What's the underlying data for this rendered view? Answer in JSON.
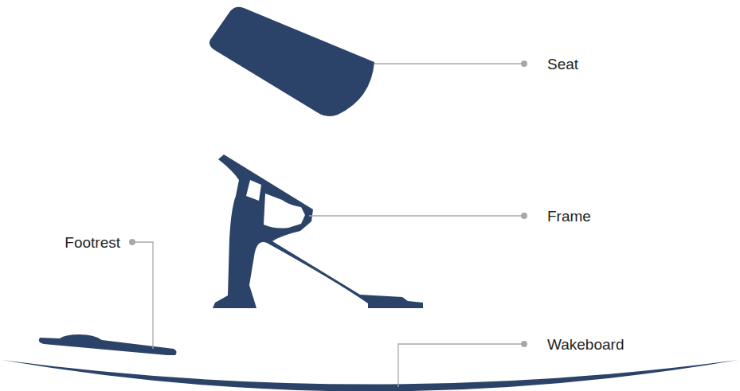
{
  "diagram": {
    "labels": [
      "Seat",
      "Frame",
      "Footrest",
      "Wakeboard"
    ]
  }
}
